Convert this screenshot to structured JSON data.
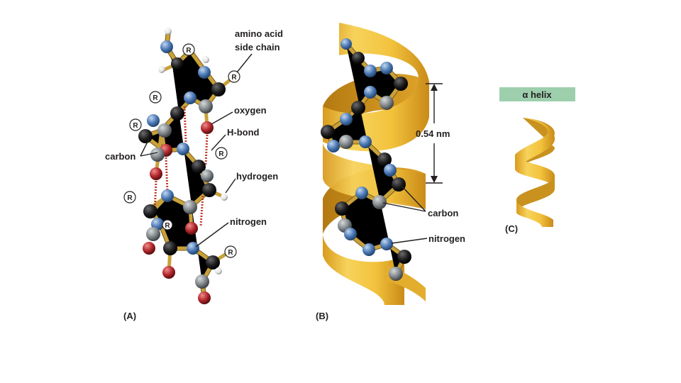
{
  "colors": {
    "carbon_black": "#1d1d1f",
    "carbon_gray": "#7f8589",
    "nitrogen": "#4a78b5",
    "oxygen": "#b0252a",
    "hydrogen": "#e9e9e9",
    "ribbon": "#f2c23c",
    "ribbon_dark": "#c9921e",
    "header_bg": "#9dcfad",
    "hbond": "#c0392b"
  },
  "panel_a": {
    "label": "(A)",
    "side_chain_symbol": "R",
    "labels": {
      "side_chain_line1": "amino acid",
      "side_chain_line2": "side chain",
      "oxygen": "oxygen",
      "hbond": "H-bond",
      "carbon": "carbon",
      "hydrogen": "hydrogen",
      "nitrogen": "nitrogen"
    }
  },
  "panel_b": {
    "label": "(B)",
    "measurement": "0.54 nm",
    "labels": {
      "carbon": "carbon",
      "nitrogen": "nitrogen"
    }
  },
  "panel_c": {
    "label": "(C)",
    "header": "α helix"
  }
}
